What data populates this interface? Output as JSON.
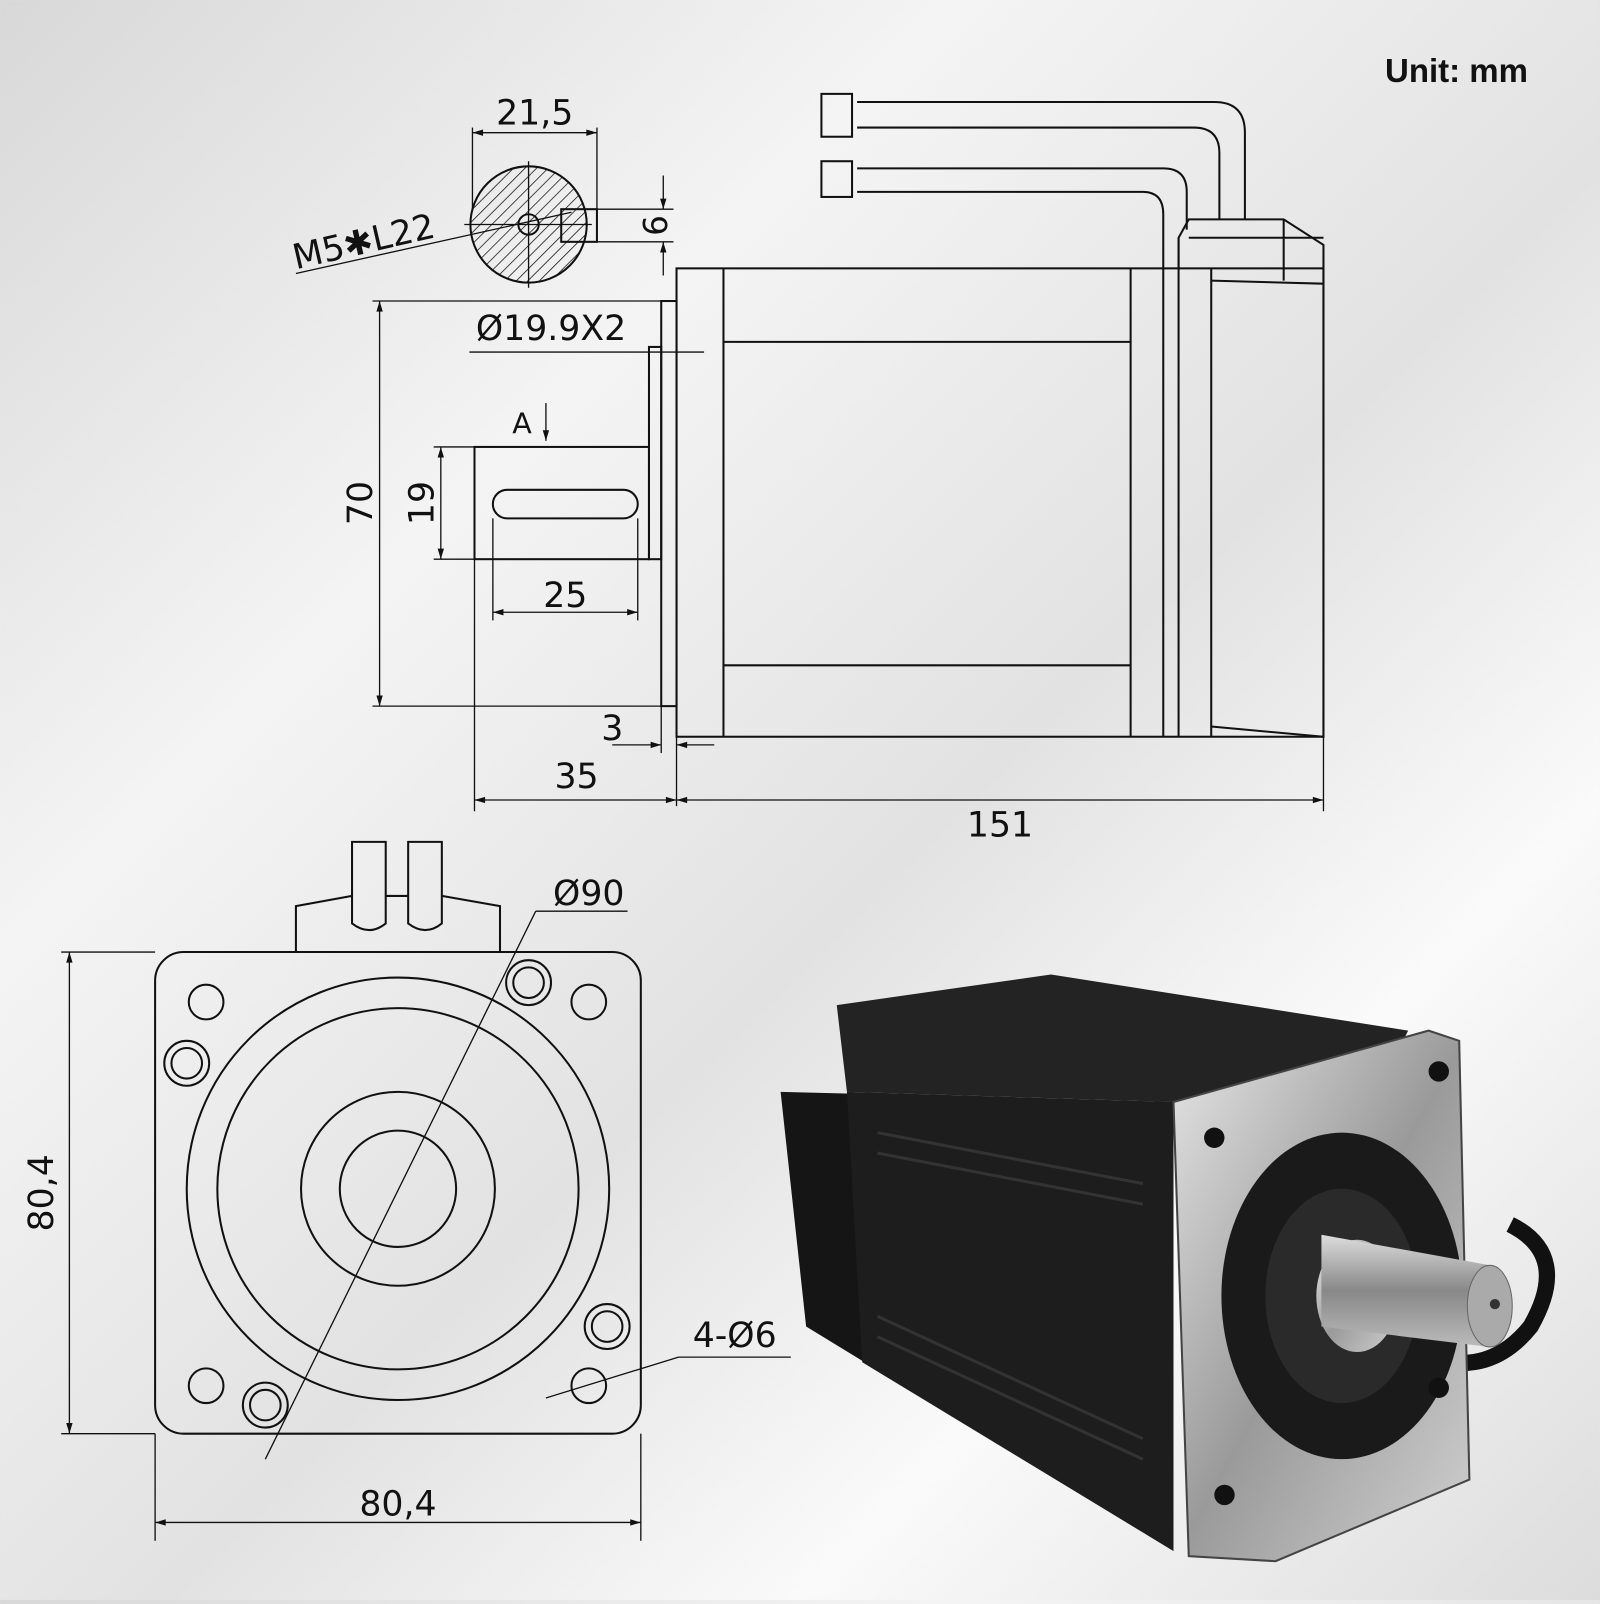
{
  "unit_label": "Unit: mm",
  "side_view": {
    "shaft_width_top": "21,5",
    "thread_spec": "M5✱L22",
    "flat_depth": "6",
    "shaft_diameter": "Ø19.9X2",
    "section_marker": "A",
    "flange_height": "70",
    "key_width": "19",
    "key_length": "25",
    "flange_thickness": "3",
    "shaft_length": "35",
    "body_length": "151"
  },
  "front_view": {
    "pcd_diameter": "Ø90",
    "height": "80,4",
    "width": "80,4",
    "holes": "4-Ø6"
  },
  "colors": {
    "line": "#111111",
    "motor_body": "#151515",
    "flange": "#b8b8b8"
  }
}
